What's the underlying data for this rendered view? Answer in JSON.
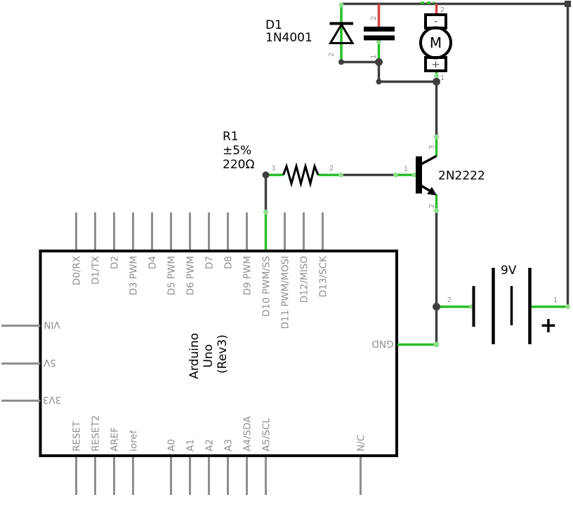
{
  "colors": {
    "wire_connected_green": "#28be28",
    "wire_endpoint_green": "#8fdf8f",
    "wire_unrouted_red": "#d74140",
    "wire_neutral_dark": "#3f3f3f",
    "pin_gray": "#8e8e8e",
    "component_black": "#000000",
    "background": "#ffffff"
  },
  "components": {
    "diode": {
      "ref": "D1",
      "part": "1N4001",
      "pin2": "2"
    },
    "capacitor": {
      "pin1": "1",
      "pin2": "2"
    },
    "motor": {
      "letter": "M",
      "minus": "-",
      "plus": "+",
      "pin1": "1",
      "pin2": "2"
    },
    "resistor": {
      "ref": "R1",
      "tolerance": "±5%",
      "resistance": "220Ω",
      "pin1": "1",
      "pin2": "2"
    },
    "transistor": {
      "part": "2N2222",
      "pin1": "1",
      "pin2": "2",
      "pin3": "3"
    },
    "battery": {
      "voltage": "9V",
      "plus": "+",
      "pin1": "1",
      "pin2": "2"
    },
    "arduino": {
      "title": [
        "Arduino",
        "Uno",
        "(Rev3)"
      ],
      "top_pins": [
        "D0/RX",
        "D1/TX",
        "D2",
        "D3 PWM",
        "D4",
        "D5 PWM",
        "D6 PWM",
        "D7",
        "D8",
        "D9 PWM",
        "D10 PWM/SS",
        "D11 PWM/MOSI",
        "D12/MISO",
        "D13/SCK"
      ],
      "bottom_pins": [
        "RESET",
        "RESET2",
        "AREF",
        "ioref",
        "A0",
        "A1",
        "A2",
        "A3",
        "A4/SDA",
        "A5/SCL",
        "N/C"
      ],
      "left_pins": [
        "VIN",
        "5V",
        "3V3"
      ],
      "right_pin": "GND"
    }
  }
}
